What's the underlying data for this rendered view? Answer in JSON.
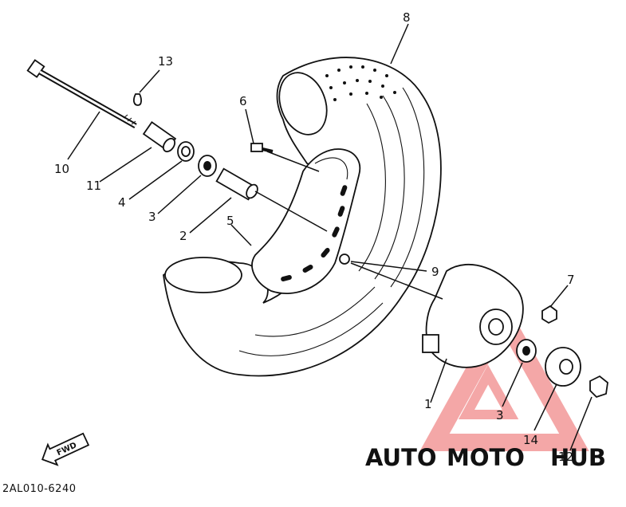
{
  "diagram": {
    "callouts": [
      {
        "id": "c8",
        "text": "8"
      },
      {
        "id": "c13",
        "text": "13"
      },
      {
        "id": "c6",
        "text": "6"
      },
      {
        "id": "c10",
        "text": "10"
      },
      {
        "id": "c11",
        "text": "11"
      },
      {
        "id": "c4",
        "text": "4"
      },
      {
        "id": "c3a",
        "text": "3"
      },
      {
        "id": "c2",
        "text": "2"
      },
      {
        "id": "c5",
        "text": "5"
      },
      {
        "id": "c9",
        "text": "9"
      },
      {
        "id": "c7",
        "text": "7"
      },
      {
        "id": "c1",
        "text": "1"
      },
      {
        "id": "c3b",
        "text": "3"
      },
      {
        "id": "c14",
        "text": "14"
      },
      {
        "id": "c12",
        "text": "12"
      }
    ],
    "fwd_label": "FWD",
    "diagram_code": "2AL010-6240"
  },
  "watermark": {
    "part1": "AUTO",
    "part2": "MOTO",
    "part3": "HUB",
    "color_auto": "#f4c57a",
    "color_moto": "#f08a8a",
    "color_hub": "#8a8a8a"
  }
}
